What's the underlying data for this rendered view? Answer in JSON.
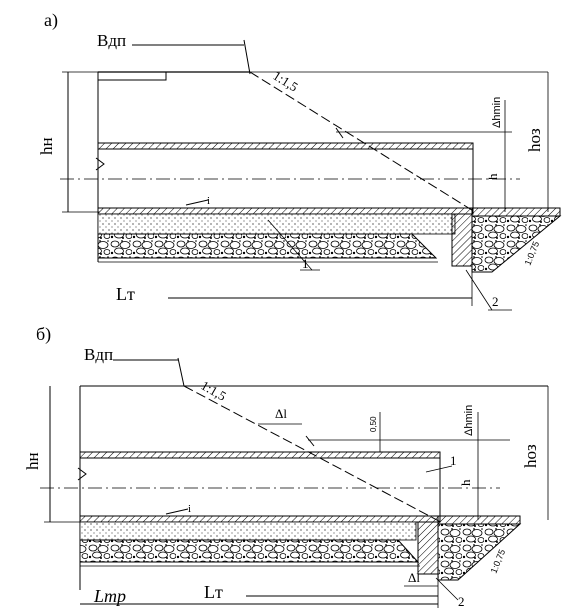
{
  "figure": {
    "panel_a": {
      "label": "а)",
      "road_width_label": "Bдп",
      "slope_label": "1:1,5",
      "embankment_height_label": "hн",
      "cover_height_label": "hоз",
      "delta_h_label": "Δhmin",
      "pipe_height_label": "h",
      "slope_i_label": "i",
      "pipe_length_label": "Lт",
      "callout_1": "1",
      "callout_2": "2",
      "outlet_slope_label": "1:0,75"
    },
    "panel_b": {
      "label": "б)",
      "road_width_label": "Bдп",
      "slope_label": "1:1,5",
      "delta_l_label": "Δl",
      "offset_label": "0,50",
      "embankment_height_label": "hн",
      "cover_height_label": "hоз",
      "delta_h_label": "Δhmin",
      "pipe_height_label": "h",
      "slope_i_label": "i",
      "pipe_length_label": "Lт",
      "total_length_label": "Lтр",
      "delta_l_bottom_label": "Δl",
      "callout_1": "1",
      "callout_2": "2",
      "outlet_slope_label": "1:0,75"
    },
    "colors": {
      "line": "#000000",
      "hatch": "#000000",
      "background": "#ffffff"
    }
  }
}
